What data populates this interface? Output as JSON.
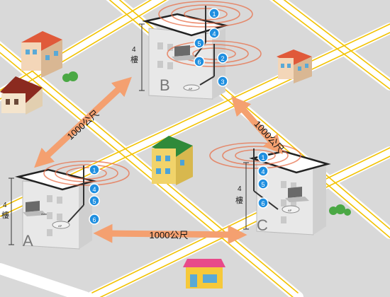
{
  "buildings": {
    "A": {
      "letter": "A",
      "floors": "4",
      "floor_unit": "樓",
      "markers": [
        "1",
        "4",
        "5",
        "6"
      ],
      "small_labels": [
        "Acer",
        "AP"
      ]
    },
    "B": {
      "letter": "B",
      "floors": "4",
      "floor_unit": "樓",
      "markers": [
        "1",
        "4",
        "5",
        "6",
        "2",
        "3"
      ],
      "small_labels": [
        "AP"
      ]
    },
    "C": {
      "letter": "C",
      "floors": "4",
      "floor_unit": "樓",
      "markers": [
        "1",
        "4",
        "5",
        "6"
      ],
      "small_labels": [
        "AP"
      ]
    }
  },
  "links": {
    "a_b": "1000公尺",
    "b_c": "1000公尺",
    "a_c": "1000公尺"
  },
  "colors": {
    "ground": "#d9d9d9",
    "road": "#ffffff",
    "road_line": "#f2c200",
    "arrow": "#f4a070",
    "marker": "#1f8fe0",
    "radiation": "#e8704a"
  }
}
